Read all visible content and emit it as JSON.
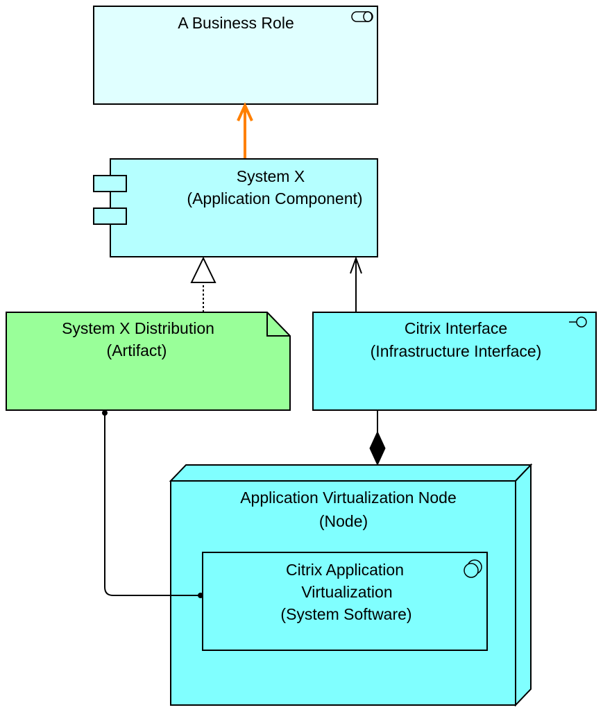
{
  "diagram": {
    "elements": [
      {
        "id": "business-role",
        "type": "Business Role",
        "lines": [
          "A Business Role"
        ],
        "fill": "#E0FFFF",
        "icon": "role-icon"
      },
      {
        "id": "system-x",
        "type": "Application Component",
        "lines": [
          "System X",
          "(Application Component)"
        ],
        "fill": "#B5FFFF",
        "icon": "component-icon"
      },
      {
        "id": "artifact",
        "type": "Artifact",
        "lines": [
          "System X Distribution",
          "(Artifact)"
        ],
        "fill": "#99FF99",
        "icon": "artifact-fold"
      },
      {
        "id": "citrix-interface",
        "type": "Infrastructure Interface",
        "lines": [
          "Citrix Interface",
          "(Infrastructure Interface)"
        ],
        "fill": "#80FFFF",
        "icon": "interface-icon"
      },
      {
        "id": "node",
        "type": "Node",
        "lines": [
          "Application Virtualization Node",
          "(Node)"
        ],
        "fill": "#80FFFF",
        "icon": "node-3d"
      },
      {
        "id": "system-software",
        "type": "System Software",
        "lines": [
          "Citrix Application",
          "Virtualization",
          "(System Software)"
        ],
        "fill": "#80FFFF",
        "icon": "system-software-icon"
      }
    ],
    "relationships": [
      {
        "name": "used-by",
        "from": "System X",
        "to": "A Business Role",
        "color": "#FF8000",
        "style": "solid-open-arrow"
      },
      {
        "name": "realization",
        "from": "System X Distribution",
        "to": "System X",
        "style": "dotted-hollow-triangle"
      },
      {
        "name": "used-by",
        "from": "Citrix Interface",
        "to": "System X",
        "style": "solid-open-arrow"
      },
      {
        "name": "composition",
        "from": "Application Virtualization Node",
        "to": "Citrix Interface",
        "style": "filled-diamond"
      },
      {
        "name": "assignment",
        "from": "System X Distribution",
        "to": "Citrix Application Virtualization",
        "style": "dot-ends"
      }
    ]
  }
}
